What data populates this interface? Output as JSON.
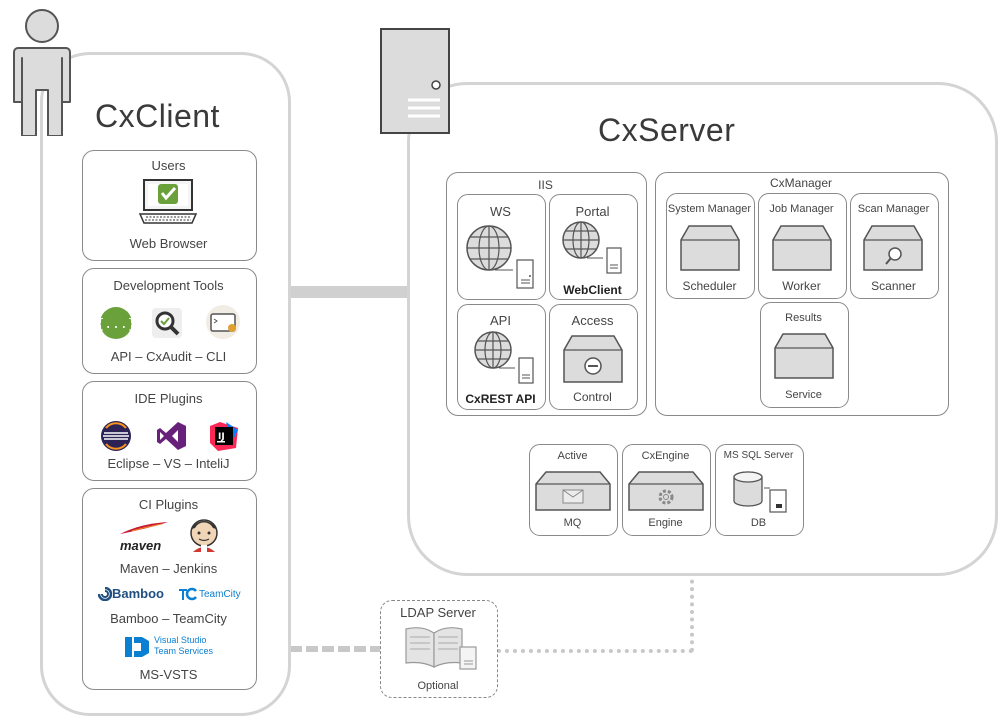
{
  "client": {
    "title": "CxClient",
    "users": {
      "title": "Users",
      "caption": "Web Browser"
    },
    "dev_tools": {
      "title": "Development Tools",
      "caption": "API  –  CxAudit  –  CLI"
    },
    "ide_plugins": {
      "title": "IDE Plugins",
      "caption": "Eclipse  –  VS  –  InteliJ"
    },
    "ci_plugins": {
      "title": "CI Plugins",
      "maven_logo": "maven",
      "row1": "Maven  –  Jenkins",
      "bamboo_logo": "Bamboo",
      "teamcity_logo": "TeamCity",
      "row2": "Bamboo  –  TeamCity",
      "vsts_line1": "Visual Studio",
      "vsts_line2": "Team Services",
      "row3": "MS-VSTS"
    }
  },
  "server": {
    "title": "CxServer",
    "iis": {
      "title": "IIS",
      "ws": {
        "title": "WS"
      },
      "portal": {
        "title": "Portal",
        "caption": "WebClient"
      },
      "api": {
        "title": "API",
        "caption": "CxREST API"
      },
      "access": {
        "title": "Access",
        "caption": "Control"
      }
    },
    "manager": {
      "title": "CxManager",
      "system": {
        "title": "System Manager",
        "caption": "Scheduler"
      },
      "job": {
        "title": "Job Manager",
        "caption": "Worker"
      },
      "scan": {
        "title": "Scan Manager",
        "caption": "Scanner"
      },
      "results": {
        "title": "Results",
        "caption": "Service"
      }
    },
    "active_mq": {
      "title": "Active",
      "caption": "MQ"
    },
    "engine": {
      "title": "CxEngine",
      "caption": "Engine"
    },
    "db": {
      "title": "MS SQL Server",
      "caption": "DB"
    }
  },
  "ldap": {
    "title": "LDAP Server",
    "caption": "Optional"
  },
  "colors": {
    "panel_border": "#d4d4d4",
    "box_border": "#8a8a8a",
    "connector": "#c8c8c8",
    "server_fill": "#dcdcdc",
    "eclipse": "#2c2255",
    "vs_purple": "#68217a",
    "bamboo_blue": "#205081",
    "teamcity_blue": "#0b7fd1",
    "maven_red": "#c71a36",
    "api_green": "#6aa13b"
  }
}
